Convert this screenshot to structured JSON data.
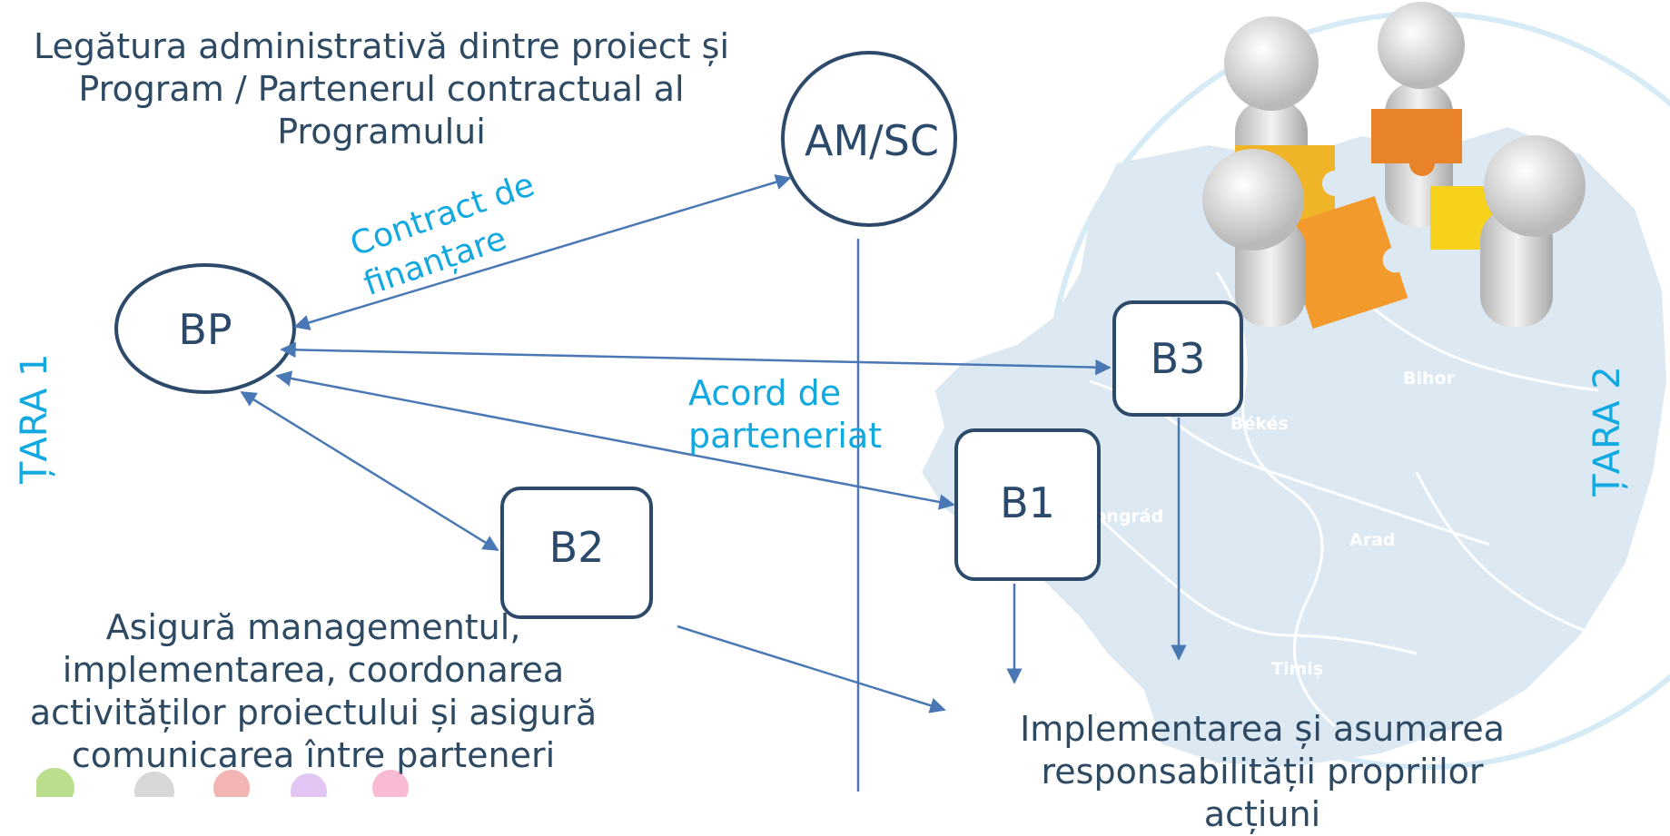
{
  "texts": {
    "admin_link": "Legătura administrativă dintre proiect și Program / Partenerul contractual al Programului",
    "management": "Asigură managementul, implementarea, coordonarea activităților proiectului și asigură comunicarea între parteneri",
    "implementation": "Implementarea și asumarea responsabilității propriilor acțiuni",
    "contract_label": "Contract de finanțare",
    "agreement_label": "Acord de parteneriat"
  },
  "nodes": {
    "am_sc": "AM/SC",
    "bp": "BP",
    "b1": "B1",
    "b2": "B2",
    "b3": "B3"
  },
  "countries": {
    "left": "ȚARA 1",
    "right": "ȚARA 2"
  },
  "map_labels": {
    "bihor": "Bihor",
    "bekes": "Békés",
    "csongrad": "Csongrád",
    "arad": "Arad",
    "timis": "Timiș"
  },
  "colors": {
    "node_outline": "#2e4a6b",
    "arrow": "#4a78b5",
    "accent_text": "#12a9e0",
    "map_fill": "#dce9f3"
  },
  "illustration": "puzzle-team-illustration"
}
